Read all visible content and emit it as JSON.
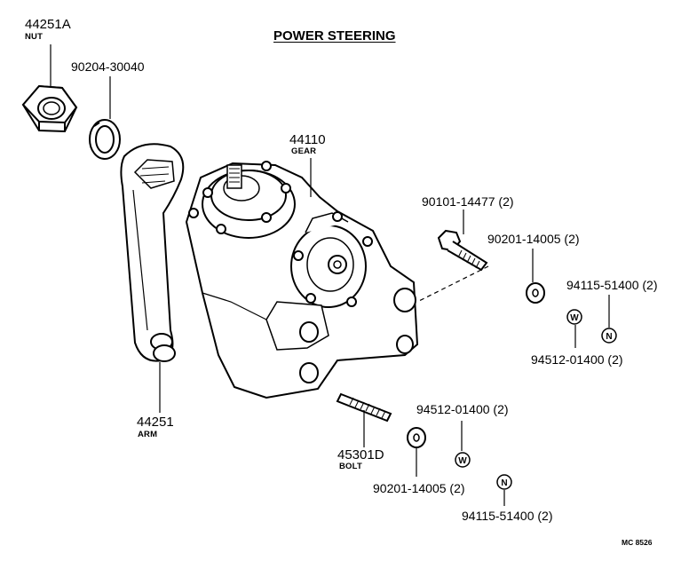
{
  "title": "POWER STEERING",
  "code": "MC 8526",
  "parts": {
    "nut": {
      "number": "44251A",
      "name": "NUT"
    },
    "lock_washer": {
      "number": "90204-30040"
    },
    "gear": {
      "number": "44110",
      "name": "GEAR"
    },
    "arm": {
      "number": "44251",
      "name": "ARM"
    },
    "gear_bolt": {
      "number": "90101-14477",
      "qty": "(2)"
    },
    "washer_upper": {
      "number": "90201-14005",
      "qty": "(2)"
    },
    "nut_upper": {
      "number": "94115-51400",
      "qty": "(2)"
    },
    "spring_washer_upper": {
      "number": "94512-01400",
      "qty": "(2)"
    },
    "stud_bolt": {
      "number": "45301D",
      "name": "BOLT"
    },
    "spring_washer_lower": {
      "number": "94512-01400",
      "qty": "(2)"
    },
    "washer_lower": {
      "number": "90201-14005",
      "qty": "(2)"
    },
    "nut_lower": {
      "number": "94115-51400",
      "qty": "(2)"
    }
  },
  "symbols": {
    "spring_washer_mark": "W",
    "nut_mark": "N"
  }
}
